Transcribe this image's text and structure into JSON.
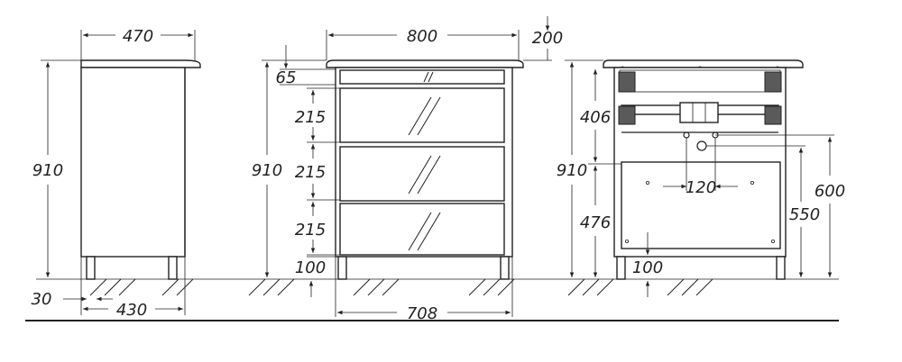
{
  "side_view": {
    "top_depth": "470",
    "height": "910",
    "body_depth": "430",
    "leg_offset": "30"
  },
  "front_view": {
    "top_width": "800",
    "top_overhang": "200",
    "top_rail": "65",
    "drawer_1": "215",
    "drawer_2": "215",
    "drawer_3": "215",
    "height": "910",
    "leg_height": "100",
    "body_width": "708"
  },
  "back_view": {
    "upper_part": "406",
    "height": "910",
    "lower_part": "476",
    "pipe_spacing": "120",
    "height_600": "600",
    "height_550": "550",
    "leg_height": "100"
  }
}
